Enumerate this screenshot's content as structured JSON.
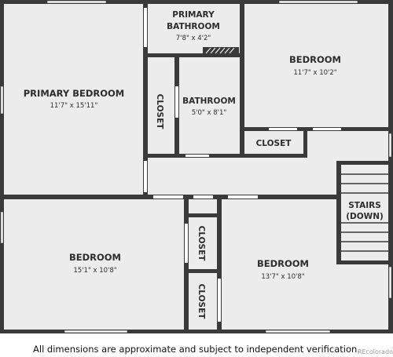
{
  "rooms": {
    "primary_bedroom": {
      "name": "PRIMARY BEDROOM",
      "dim": "11'7\" x 15'11\""
    },
    "primary_bathroom": {
      "name_line1": "PRIMARY",
      "name_line2": "BATHROOM",
      "dim": "7'8\" x 4'2\""
    },
    "bedroom_ne": {
      "name": "BEDROOM",
      "dim": "11'7\" x 10'2\""
    },
    "closet_vertical_top": {
      "name": "CLOSET"
    },
    "bathroom": {
      "name": "BATHROOM",
      "dim": "5'0\" x 8'1\""
    },
    "closet_hall": {
      "name": "CLOSET"
    },
    "stairs": {
      "name_line1": "STAIRS",
      "name_line2": "(DOWN)"
    },
    "bedroom_sw": {
      "name": "BEDROOM",
      "dim": "15'1\" x 10'8\""
    },
    "closet_mid": {
      "name": "CLOSET"
    },
    "closet_low": {
      "name": "CLOSET"
    },
    "bedroom_se": {
      "name": "BEDROOM",
      "dim": "13'7\" x 10'8\""
    }
  },
  "footer": {
    "disclaimer": "All dimensions are approximate and subject to independent verification.",
    "watermark": "REcolorado"
  },
  "colors": {
    "wall": "#3a3a3a",
    "floor": "#ececec",
    "window": "#ffffff"
  }
}
